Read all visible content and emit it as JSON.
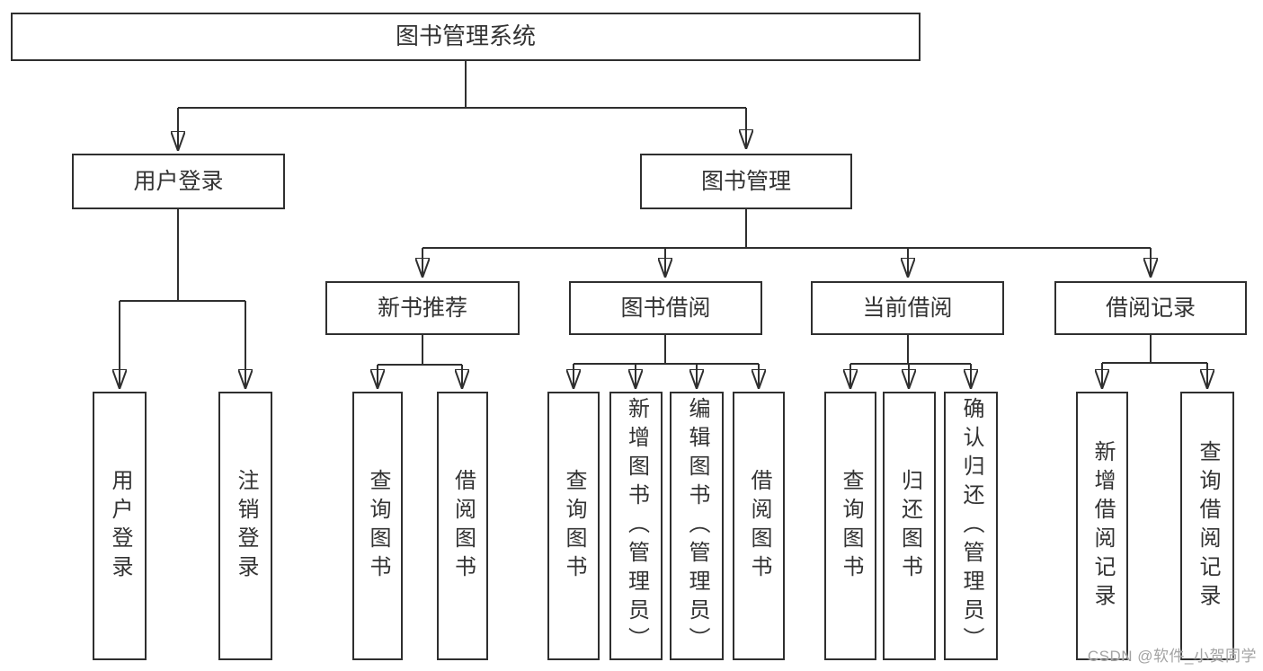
{
  "diagram": {
    "root": {
      "label": "图书管理系统"
    },
    "branches": [
      {
        "label": "用户登录",
        "children": [
          {
            "label": "用户登录"
          },
          {
            "label": "注销登录"
          }
        ]
      },
      {
        "label": "图书管理",
        "sections": [
          {
            "label": "新书推荐",
            "children": [
              {
                "label": "查询图书"
              },
              {
                "label": "借阅图书"
              }
            ]
          },
          {
            "label": "图书借阅",
            "children": [
              {
                "label": "查询图书"
              },
              {
                "label": "新增图书（管理员）"
              },
              {
                "label": "编辑图书（管理员）"
              },
              {
                "label": "借阅图书"
              }
            ]
          },
          {
            "label": "当前借阅",
            "children": [
              {
                "label": "查询图书"
              },
              {
                "label": "归还图书"
              },
              {
                "label": "确认归还（管理员）"
              }
            ]
          },
          {
            "label": "借阅记录",
            "children": [
              {
                "label": "新增借阅记录"
              },
              {
                "label": "查询借阅记录"
              }
            ]
          }
        ]
      }
    ]
  },
  "watermark": {
    "text": "CSDN @软件_小贺同学"
  },
  "colors": {
    "background": "#ffffff",
    "box_border": "#2f2f2f",
    "line": "#2f2f2f",
    "text": "#333333",
    "watermark": "#a3a3a3"
  }
}
